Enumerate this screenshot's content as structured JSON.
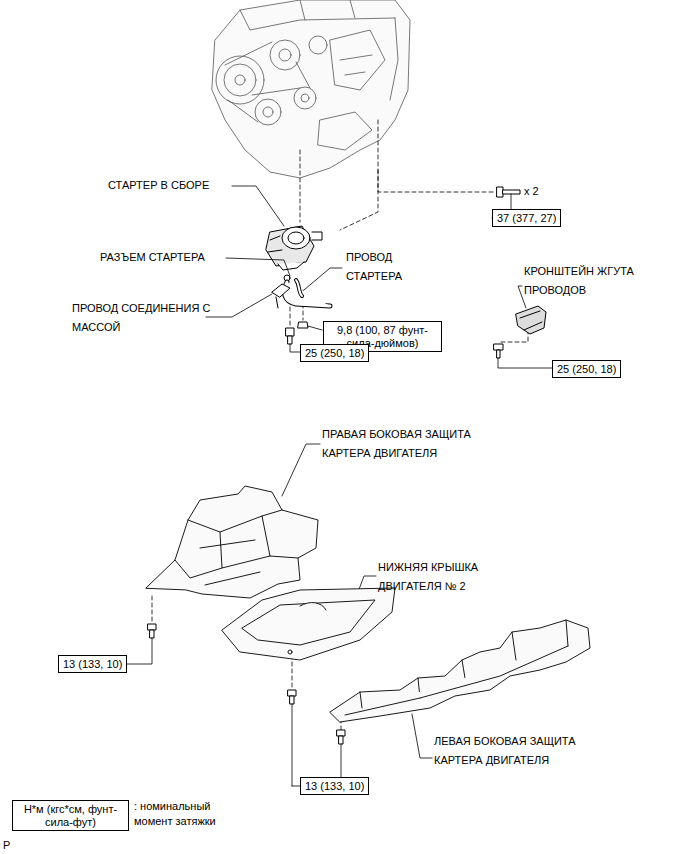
{
  "diagram": {
    "nodes": [
      {
        "text": [
          "37 (377, 27)"
        ]
      },
      {
        "text": [
          "9,8 (100, 87 фунт-сила-дюймов)"
        ]
      },
      {
        "text": [
          "25 (250, 18)"
        ]
      },
      {
        "text": [
          "25 (250, 18)"
        ]
      },
      {
        "text": [
          "13 (133, 10)"
        ]
      },
      {
        "text": [
          "13 (133, 10)"
        ]
      },
      {
        "text": [
          "Н*м (кгс*см, фунт-сила-фут)"
        ]
      }
    ],
    "labels": [
      "x 2",
      "СТАРТЕР В СБОРЕ",
      "РАЗЪЕМ СТАРТЕРА",
      "ПРОВОД СТАРТЕРА",
      "КРОНШТЕЙН ЖГУТА ПРОВОДОВ",
      "ПРОВОД СОЕДИНЕНИЯ С МАССОЙ",
      "ПРАВАЯ БОКОВАЯ ЗАЩИТА КАРТЕРА ДВИГАТЕЛЯ",
      "НИЖНЯЯ КРЫШКА ДВИГАТЕЛЯ № 2",
      "ЛЕВАЯ БОКОВАЯ ЗАЩИТА КАРТЕРА ДВИГАТЕЛЯ",
      ": номинальный момент затяжки",
      "P"
    ]
  }
}
